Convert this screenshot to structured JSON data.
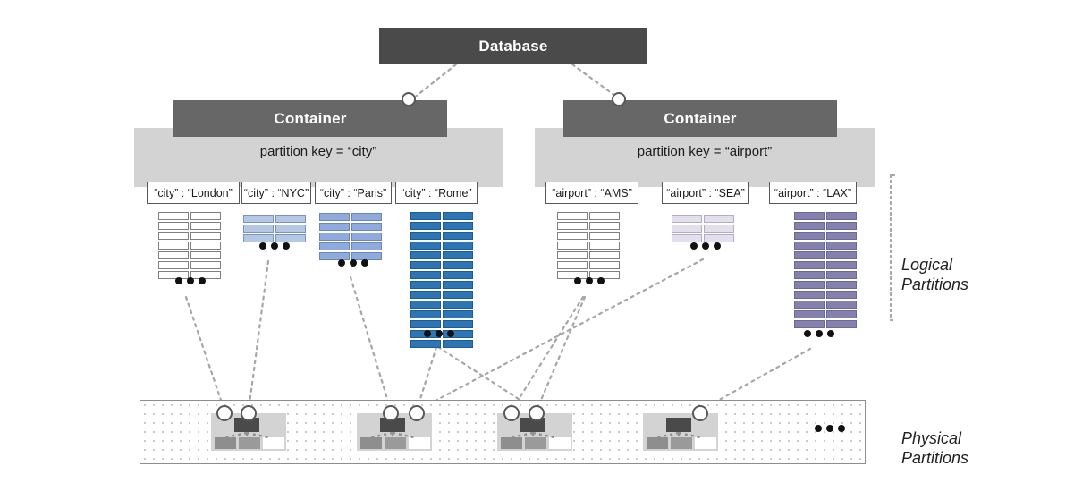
{
  "diagram": {
    "title_node": "Database",
    "side_labels": {
      "logical": "Logical\nPartitions",
      "physical": "Physical\nPartitions"
    }
  },
  "containers": [
    {
      "label": "Container",
      "partition_key_text": "partition key = “city”",
      "logical_partitions": [
        {
          "chip": "“city” : “London”",
          "rows": 7,
          "color": "#FFFFFF",
          "border": "#808080",
          "ellipsis": true
        },
        {
          "chip": "“city” : “NYC”",
          "rows": 3,
          "color": "#B4C7E7",
          "border": "#7B93C4",
          "ellipsis": true
        },
        {
          "chip": "“city” : “Paris”",
          "rows": 5,
          "color": "#8FAADC",
          "border": "#6D86B5",
          "ellipsis": true
        },
        {
          "chip": "“city” : “Rome”",
          "rows": 14,
          "color": "#2E75B6",
          "border": "#1F5A90",
          "ellipsis": true
        }
      ]
    },
    {
      "label": "Container",
      "partition_key_text": "partition key = “airport”",
      "logical_partitions": [
        {
          "chip": "“airport” : “AMS”",
          "rows": 7,
          "color": "#FFFFFF",
          "border": "#808080",
          "ellipsis": true
        },
        {
          "chip": "“airport” : “SEA”",
          "rows": 3,
          "color": "#E4DFEC",
          "border": "#B3ACC6",
          "ellipsis": true
        },
        {
          "chip": "“airport” : “LAX”",
          "rows": 12,
          "color": "#8581AE",
          "border": "#6C6894",
          "ellipsis": true
        }
      ]
    }
  ],
  "physical_partitions": {
    "count": 4,
    "overflow_ellipsis": true
  },
  "colors": {
    "database_box": "#4A4A4A",
    "container_box": "#676767",
    "band": "#D3D3D3",
    "connector": "#A6A6A6",
    "text": "#1A1A1A"
  }
}
